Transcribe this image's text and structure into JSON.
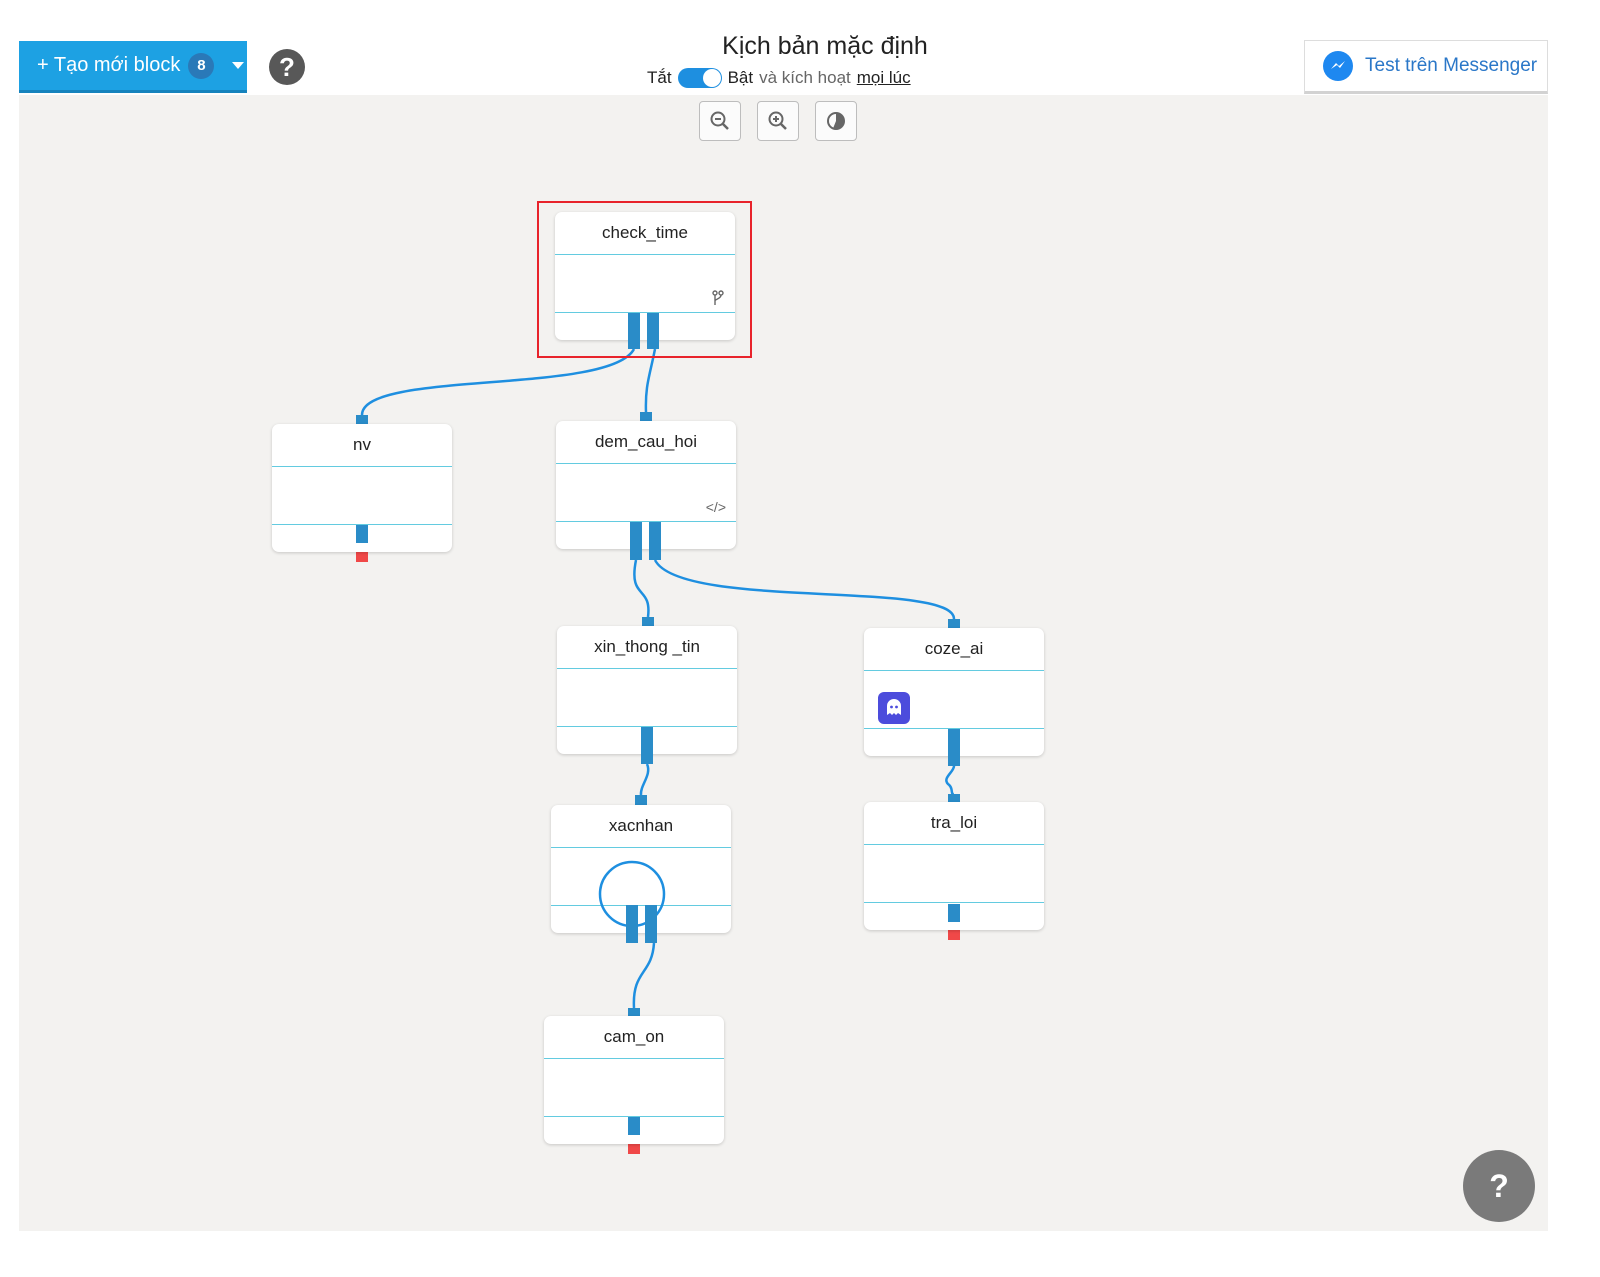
{
  "toolbar": {
    "create_label": "+ Tạo mới block",
    "create_count": "8",
    "test_label": "Test trên Messenger"
  },
  "header": {
    "title": "Kịch bản mặc định",
    "off_label": "Tắt",
    "on_label": "Bật",
    "trigger_text": "và kích hoạt",
    "trigger_link": "mọi lúc"
  },
  "blocks": {
    "check_time": "check_time",
    "nv": "nv",
    "dem_cau_hoi": "dem_cau_hoi",
    "xin_thong_tin": "xin_thong _tin",
    "coze_ai": "coze_ai",
    "xacnhan": "xacnhan",
    "tra_loi": "tra_loi",
    "cam_on": "cam_on"
  },
  "fab": {
    "label": "?"
  },
  "colors": {
    "accent": "#1da1e3",
    "connector": "#2a8cc8",
    "link": "#1e8fe0",
    "end": "#f04848",
    "highlight": "#e8232b"
  }
}
